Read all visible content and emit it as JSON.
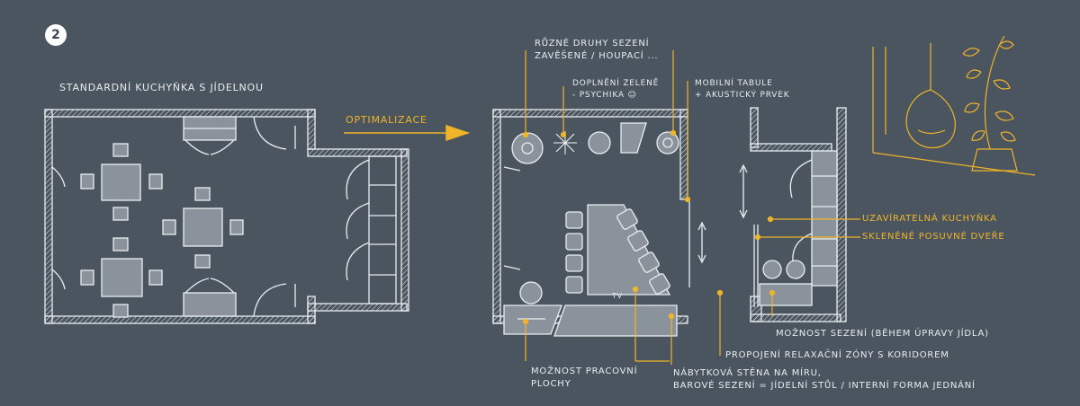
{
  "step_number": "2",
  "titles": {
    "standard": "STANDARDNÍ KUCHYŇKA S JÍDELNOU",
    "optimize": "OPTIMALIZACE"
  },
  "annotations": {
    "seating_types_1": "RŮZNÉ DRUHY SEZENÍ",
    "seating_types_2": "ZAVĚŠENÉ / HOUPACÍ ...",
    "greenery_1": "DOPLNĚNÍ ZELENĚ",
    "greenery_2": "- PSYCHIKA ☺",
    "mobile_board_1": "MOBILNÍ TABULE",
    "mobile_board_2": "+ AKUSTICKÝ PRVEK",
    "lockable_kitchen": "UZAVÍRATELNÁ KUCHYŇKA",
    "sliding_doors": "SKLENĚNÉ POSUVNÉ DVEŘE",
    "seating_option": "MOŽNOST SEZENÍ (BĚHEM ÚPRAVY JÍDLA)",
    "relax_connection": "PROPOJENÍ RELAXAČNÍ ZÓNY S KORIDOREM",
    "work_surface_1": "MOŽNOST PRACOVNÍ",
    "work_surface_2": "PLOCHY",
    "furniture_wall_1": "NÁBYTKOVÁ STĚNA NA MÍRU,",
    "furniture_wall_2": "BAROVÉ SEZENÍ = JÍDELNÍ STŮL / INTERNÍ FORMA JEDNÁNÍ",
    "tv": "TV"
  },
  "colors": {
    "background": "#4a5560",
    "line": "#e9edf0",
    "accent": "#f0b429",
    "furniture": "#8a939c"
  }
}
